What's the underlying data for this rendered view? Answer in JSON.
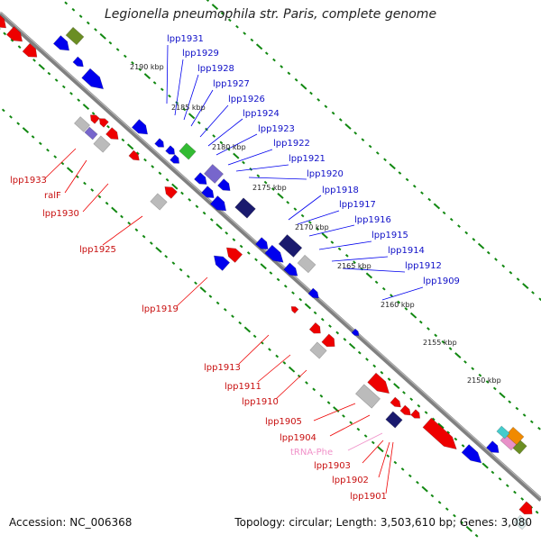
{
  "title": "Legionella pneumophila str. Paris, complete genome",
  "footer": {
    "accession": "Accession: NC_006368",
    "topology": "Topology: circular; Length: 3,503,610 bp; Genes: 3,080"
  },
  "scale_labels": [
    "2190 kbp",
    "2185 kbp",
    "2180 kbp",
    "2175 kbp",
    "2170 kbp",
    "2165 kbp",
    "2160 kbp",
    "2155 kbp",
    "2150 kbp"
  ],
  "top_genes": [
    "lpp1931",
    "lpp1929",
    "lpp1928",
    "lpp1927",
    "lpp1926",
    "lpp1924",
    "lpp1923",
    "lpp1922",
    "lpp1921",
    "lpp1920",
    "lpp1918",
    "lpp1917",
    "lpp1916",
    "lpp1915",
    "lpp1914",
    "lpp1912",
    "lpp1909"
  ],
  "bottom_genes": [
    "lpp1933",
    "ralF",
    "lpp1930",
    "lpp1925",
    "lpp1919",
    "lpp1913",
    "lpp1911",
    "lpp1910",
    "lpp1905",
    "lpp1904",
    "tRNA-Phe",
    "lpp1903",
    "lpp1902",
    "lpp1901"
  ],
  "colors": {
    "forward": "#0000ee",
    "reverse": "#ee0000",
    "rna": "#f090c8",
    "axis": "#808080",
    "tick": "#118811",
    "top_label": "#1010c8",
    "bottom_label": "#c81010"
  }
}
